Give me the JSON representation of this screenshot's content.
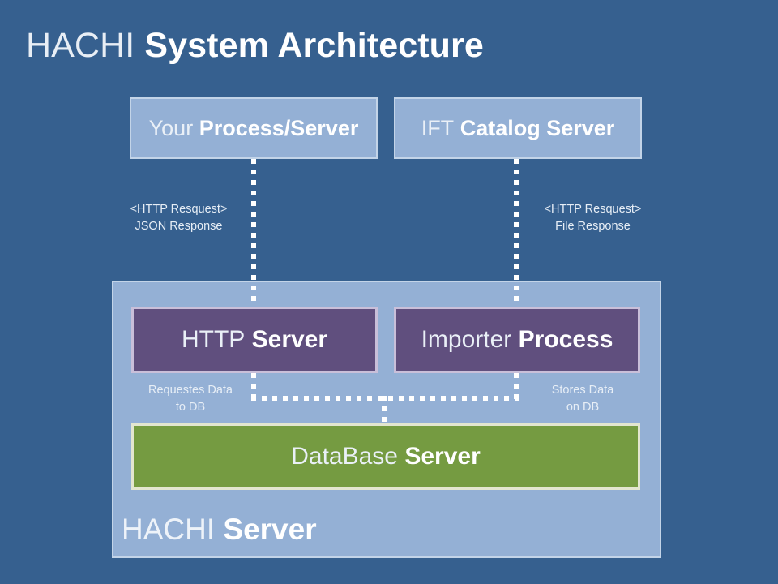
{
  "slide": {
    "background_color": "#36608f",
    "title": {
      "light_part": "HACHI",
      "bold_part": "System Architecture",
      "full": "HACHI System Architecture"
    }
  },
  "nodes": {
    "your_process": {
      "light_part": "Your",
      "bold_part": "Process/Server",
      "full": "Your Process/Server",
      "fill_color": "#94b0d5",
      "border_color": "#c3d4e8"
    },
    "ift_catalog": {
      "light_part": "IFT",
      "bold_part": "Catalog Server",
      "full": "IFT Catalog Server",
      "fill_color": "#94b0d5",
      "border_color": "#c3d4e8"
    },
    "http_server": {
      "light_part": "HTTP",
      "bold_part": "Server",
      "full": "HTTP Server",
      "fill_color": "#604f7e",
      "border_color": "#c9bfd9"
    },
    "importer_process": {
      "light_part": "Importer",
      "bold_part": "Process",
      "full": "Importer Process",
      "fill_color": "#604f7e",
      "border_color": "#c9bfd9"
    },
    "database_server": {
      "light_part": "DataBase",
      "bold_part": "Server",
      "full": "DataBase Server",
      "fill_color": "#759b41",
      "border_color": "#e3e6cf"
    },
    "hachi_server_container": {
      "light_part": "HACHI",
      "bold_part": "Server",
      "full": "HACHI Server",
      "fill_color": "#94b0d5",
      "border_color": "#c3d4e8"
    }
  },
  "connectors": {
    "client_to_http": {
      "line1": "<HTTP Resquest>",
      "line2": "JSON Response",
      "style": "dotted",
      "color": "#ffffff"
    },
    "catalog_to_importer": {
      "line1": "<HTTP Resquest>",
      "line2": "File Response",
      "style": "dotted",
      "color": "#ffffff"
    },
    "http_to_db": {
      "line1": "Requestes Data",
      "line2": "to DB",
      "style": "dotted",
      "color": "#ffffff"
    },
    "importer_to_db": {
      "line1": "Stores Data",
      "line2": "on DB",
      "style": "dotted",
      "color": "#ffffff"
    }
  }
}
